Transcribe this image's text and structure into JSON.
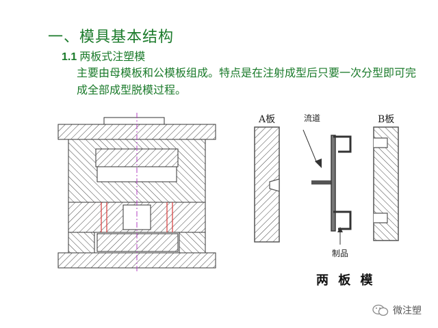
{
  "heading": {
    "title": "一、模具基本结构",
    "subtitle_num": "1.1",
    "subtitle_text": "两板式注塑模",
    "description": "主要由母模板和公模板组成。特点是在注射成型后只要一次分型即可完成全部成型脱模过程。"
  },
  "diagram": {
    "label_a_plate": "A板",
    "label_b_plate": "B板",
    "label_runner": "流道",
    "label_product": "制品",
    "caption": "两 板 模"
  },
  "watermark": {
    "text": "微注塑",
    "icon": "wechat-icon"
  },
  "colors": {
    "heading_green": "#1a7a2a",
    "plate_gray": "#555555",
    "guide_red": "#d83a3a",
    "center_magenta": "#b03cc0"
  }
}
